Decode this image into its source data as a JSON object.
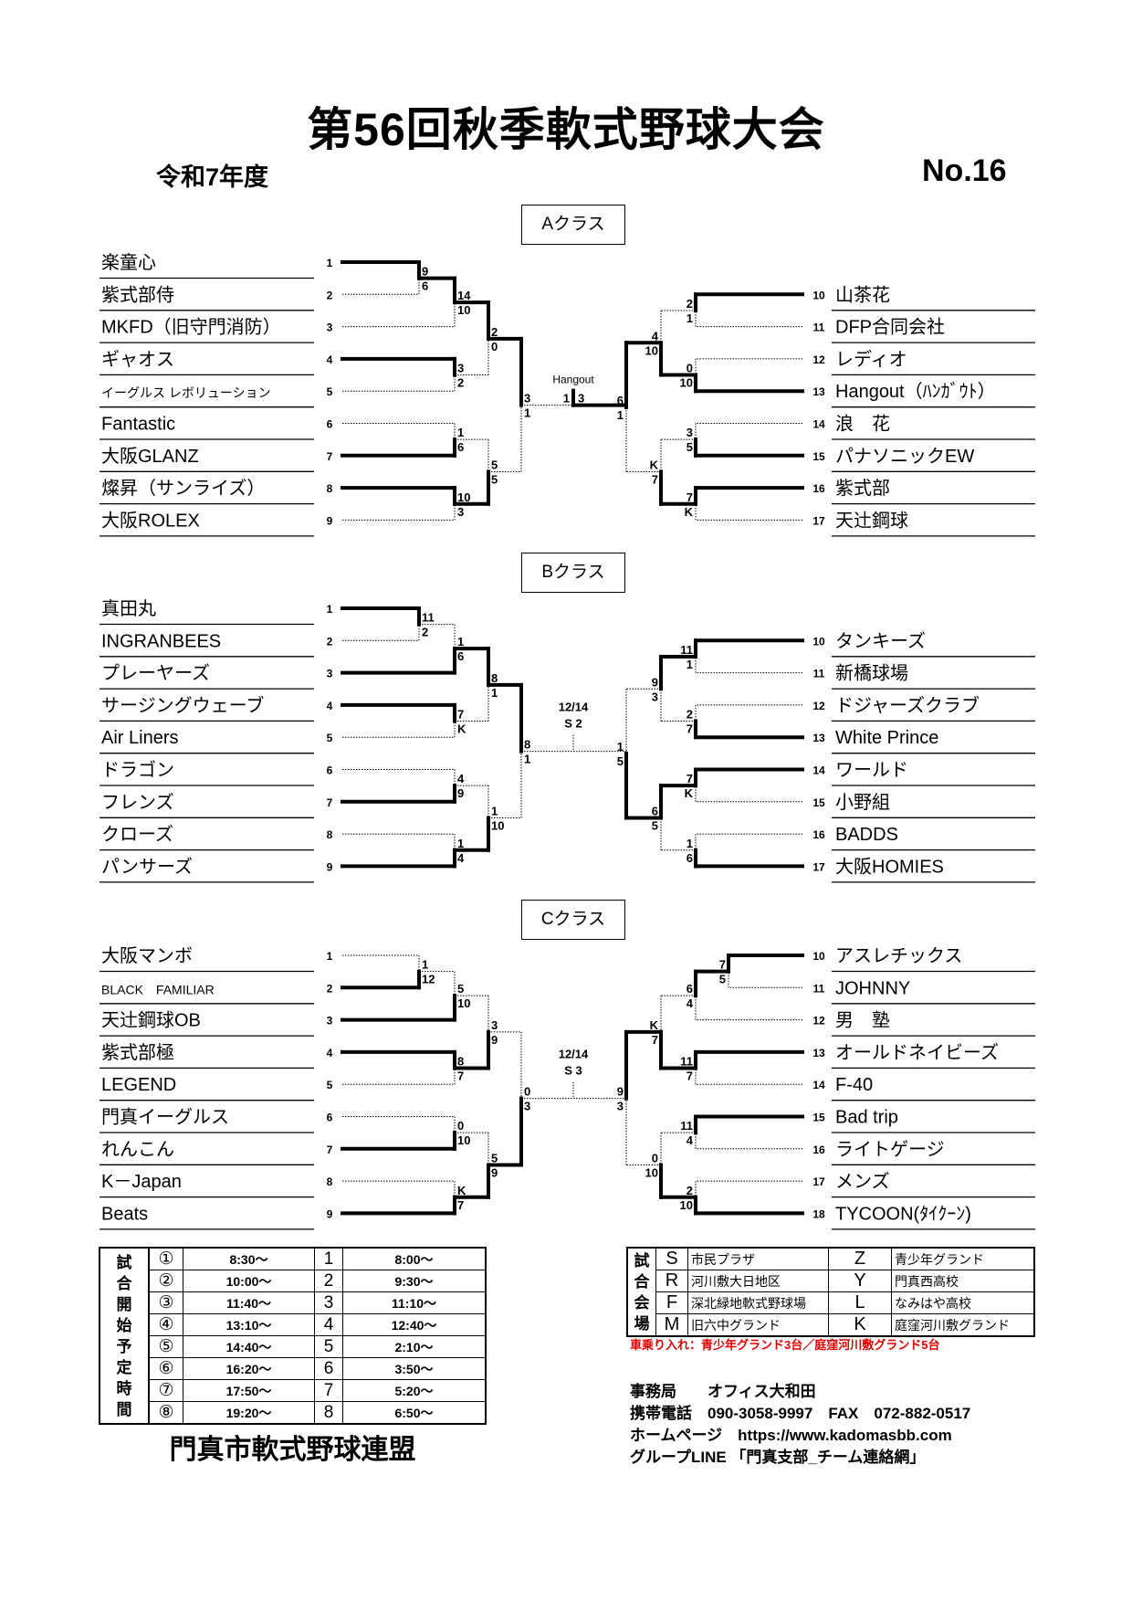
{
  "header": {
    "title": "第56回秋季軟式野球大会",
    "era": "令和7年度",
    "doc_no": "No.16"
  },
  "classes": [
    {
      "label": "Aクラス",
      "left_teams": [
        {
          "num": "1",
          "name": "楽童心"
        },
        {
          "num": "2",
          "name": "紫式部侍"
        },
        {
          "num": "3",
          "name": "MKFD（旧守門消防）"
        },
        {
          "num": "4",
          "name": "ギャオス"
        },
        {
          "num": "5",
          "name": "イーグルス レボリューション"
        },
        {
          "num": "6",
          "name": "Fantastic"
        },
        {
          "num": "7",
          "name": "大阪GLANZ"
        },
        {
          "num": "8",
          "name": "燦昇（サンライズ）"
        },
        {
          "num": "9",
          "name": "大阪ROLEX"
        }
      ],
      "right_teams": [
        {
          "num": "10",
          "name": "山茶花"
        },
        {
          "num": "11",
          "name": "DFP合同会社"
        },
        {
          "num": "12",
          "name": "レディオ"
        },
        {
          "num": "13",
          "name": "Hangout（ﾊﾝｶﾞｳﾄ）"
        },
        {
          "num": "14",
          "name": "浪　花"
        },
        {
          "num": "15",
          "name": "パナソニックEW"
        },
        {
          "num": "16",
          "name": "紫式部"
        },
        {
          "num": "17",
          "name": "天辻鋼球"
        }
      ],
      "left_tree": {
        "s": [
          "3",
          "1"
        ],
        "w": 0,
        "c": [
          {
            "s": [
              "2",
              "0"
            ],
            "w": 0,
            "c": [
              {
                "s": [
                  "14",
                  "10"
                ],
                "w": 0,
                "c": [
                  {
                    "s": [
                      "9",
                      "6"
                    ],
                    "w": 0,
                    "c": [
                      1,
                      2
                    ]
                  },
                  3
                ]
              },
              {
                "s": [
                  "3",
                  "2"
                ],
                "w": 0,
                "c": [
                  4,
                  5
                ]
              }
            ]
          },
          {
            "s": [
              "5",
              "5"
            ],
            "w": 1,
            "c": [
              {
                "s": [
                  "1",
                  "6"
                ],
                "w": 1,
                "c": [
                  6,
                  7
                ]
              },
              {
                "s": [
                  "10",
                  "3"
                ],
                "w": 0,
                "c": [
                  8,
                  9
                ]
              }
            ]
          }
        ]
      },
      "right_tree": {
        "s": [
          "6",
          "1"
        ],
        "w": 0,
        "c": [
          {
            "s": [
              "4",
              "10"
            ],
            "w": 1,
            "c": [
              {
                "s": [
                  "2",
                  "1"
                ],
                "w": 0,
                "c": [
                  10,
                  11
                ]
              },
              {
                "s": [
                  "0",
                  "10"
                ],
                "w": 1,
                "c": [
                  12,
                  13
                ]
              }
            ]
          },
          {
            "s": [
              "K",
              "7"
            ],
            "w": 1,
            "c": [
              {
                "s": [
                  "3",
                  "5"
                ],
                "w": 1,
                "c": [
                  14,
                  15
                ]
              },
              {
                "s": [
                  "7",
                  "K"
                ],
                "w": 0,
                "c": [
                  16,
                  17
                ]
              }
            ]
          }
        ]
      },
      "final": {
        "played": true,
        "label": "Hangout",
        "scores": [
          "1",
          "3"
        ],
        "winner": 1
      }
    },
    {
      "label": "Bクラス",
      "left_teams": [
        {
          "num": "1",
          "name": "真田丸"
        },
        {
          "num": "2",
          "name": "INGRANBEES"
        },
        {
          "num": "3",
          "name": "プレーヤーズ"
        },
        {
          "num": "4",
          "name": "サージングウェーブ"
        },
        {
          "num": "5",
          "name": "Air Liners"
        },
        {
          "num": "6",
          "name": "ドラゴン"
        },
        {
          "num": "7",
          "name": "フレンズ"
        },
        {
          "num": "8",
          "name": "クローズ"
        },
        {
          "num": "9",
          "name": "パンサーズ"
        }
      ],
      "right_teams": [
        {
          "num": "10",
          "name": "タンキーズ"
        },
        {
          "num": "11",
          "name": "新橋球場"
        },
        {
          "num": "12",
          "name": "ドジャーズクラブ"
        },
        {
          "num": "13",
          "name": "White Prince"
        },
        {
          "num": "14",
          "name": "ワールド"
        },
        {
          "num": "15",
          "name": "小野組"
        },
        {
          "num": "16",
          "name": "BADDS"
        },
        {
          "num": "17",
          "name": "大阪HOMIES"
        }
      ],
      "left_tree": {
        "s": [
          "8",
          "1"
        ],
        "w": 0,
        "c": [
          {
            "s": [
              "8",
              "1"
            ],
            "w": 0,
            "c": [
              {
                "s": [
                  "1",
                  "6"
                ],
                "w": 1,
                "c": [
                  {
                    "s": [
                      "11",
                      "2"
                    ],
                    "w": 0,
                    "c": [
                      1,
                      2
                    ]
                  },
                  3
                ]
              },
              {
                "s": [
                  "7",
                  "K"
                ],
                "w": 0,
                "c": [
                  4,
                  5
                ]
              }
            ]
          },
          {
            "s": [
              "1",
              "10"
            ],
            "w": 1,
            "c": [
              {
                "s": [
                  "4",
                  "9"
                ],
                "w": 1,
                "c": [
                  6,
                  7
                ]
              },
              {
                "s": [
                  "1",
                  "4"
                ],
                "w": 1,
                "c": [
                  8,
                  9
                ]
              }
            ]
          }
        ]
      },
      "right_tree": {
        "s": [
          "1",
          "5"
        ],
        "w": 1,
        "c": [
          {
            "s": [
              "9",
              "3"
            ],
            "w": 0,
            "c": [
              {
                "s": [
                  "11",
                  "1"
                ],
                "w": 0,
                "c": [
                  10,
                  11
                ]
              },
              {
                "s": [
                  "2",
                  "7"
                ],
                "w": 1,
                "c": [
                  12,
                  13
                ]
              }
            ]
          },
          {
            "s": [
              "6",
              "5"
            ],
            "w": 0,
            "c": [
              {
                "s": [
                  "7",
                  "K"
                ],
                "w": 0,
                "c": [
                  14,
                  15
                ]
              },
              {
                "s": [
                  "1",
                  "6"
                ],
                "w": 1,
                "c": [
                  16,
                  17
                ]
              }
            ]
          }
        ]
      },
      "final": {
        "played": false,
        "date": "12/14",
        "venue": "S 2"
      }
    },
    {
      "label": "Cクラス",
      "left_teams": [
        {
          "num": "1",
          "name": "大阪マンボ"
        },
        {
          "num": "2",
          "name": "BLACK　FAMILIAR"
        },
        {
          "num": "3",
          "name": "天辻鋼球OB"
        },
        {
          "num": "4",
          "name": "紫式部極"
        },
        {
          "num": "5",
          "name": "LEGEND"
        },
        {
          "num": "6",
          "name": "門真イーグルス"
        },
        {
          "num": "7",
          "name": "れんこん"
        },
        {
          "num": "8",
          "name": "K－Japan"
        },
        {
          "num": "9",
          "name": "Beats"
        }
      ],
      "right_teams": [
        {
          "num": "10",
          "name": "アスレチックス"
        },
        {
          "num": "11",
          "name": "JOHNNY"
        },
        {
          "num": "12",
          "name": "男　塾"
        },
        {
          "num": "13",
          "name": "オールドネイビーズ"
        },
        {
          "num": "14",
          "name": "F-40"
        },
        {
          "num": "15",
          "name": "Bad trip"
        },
        {
          "num": "16",
          "name": "ライトゲージ"
        },
        {
          "num": "17",
          "name": "メンズ"
        },
        {
          "num": "18",
          "name": "TYCOON(ﾀｲｸｰﾝ)"
        }
      ],
      "left_tree": {
        "s": [
          "0",
          "3"
        ],
        "w": 1,
        "c": [
          {
            "s": [
              "3",
              "9"
            ],
            "w": 1,
            "c": [
              {
                "s": [
                  "5",
                  "10"
                ],
                "w": 1,
                "c": [
                  {
                    "s": [
                      "1",
                      "12"
                    ],
                    "w": 1,
                    "c": [
                      1,
                      2
                    ]
                  },
                  3
                ]
              },
              {
                "s": [
                  "8",
                  "7"
                ],
                "w": 0,
                "c": [
                  4,
                  5
                ]
              }
            ]
          },
          {
            "s": [
              "5",
              "9"
            ],
            "w": 1,
            "c": [
              {
                "s": [
                  "0",
                  "10"
                ],
                "w": 1,
                "c": [
                  6,
                  7
                ]
              },
              {
                "s": [
                  "K",
                  "7"
                ],
                "w": 1,
                "c": [
                  8,
                  9
                ]
              }
            ]
          }
        ]
      },
      "right_tree": {
        "s": [
          "9",
          "3"
        ],
        "w": 0,
        "c": [
          {
            "s": [
              "K",
              "7"
            ],
            "w": 1,
            "c": [
              {
                "s": [
                  "6",
                  "4"
                ],
                "w": 0,
                "c": [
                  {
                    "s": [
                      "7",
                      "5"
                    ],
                    "w": 0,
                    "c": [
                      10,
                      11
                    ]
                  },
                  12
                ]
              },
              {
                "s": [
                  "11",
                  "7"
                ],
                "w": 0,
                "c": [
                  13,
                  14
                ]
              }
            ]
          },
          {
            "s": [
              "0",
              "10"
            ],
            "w": 1,
            "c": [
              {
                "s": [
                  "11",
                  "4"
                ],
                "w": 0,
                "c": [
                  15,
                  16
                ]
              },
              {
                "s": [
                  "2",
                  "10"
                ],
                "w": 1,
                "c": [
                  17,
                  18
                ]
              }
            ]
          }
        ]
      },
      "final": {
        "played": false,
        "date": "12/14",
        "venue": "S 3"
      }
    }
  ],
  "schedule": {
    "label": "試合開始予定時間",
    "rows": [
      {
        "mark": "①",
        "time": "8:30～",
        "num": "1",
        "time2": "8:00～"
      },
      {
        "mark": "②",
        "time": "10:00～",
        "num": "2",
        "time2": "9:30～"
      },
      {
        "mark": "③",
        "time": "11:40～",
        "num": "3",
        "time2": "11:10～"
      },
      {
        "mark": "④",
        "time": "13:10～",
        "num": "4",
        "time2": "12:40～"
      },
      {
        "mark": "⑤",
        "time": "14:40～",
        "num": "5",
        "time2": "2:10～"
      },
      {
        "mark": "⑥",
        "time": "16:20～",
        "num": "6",
        "time2": "3:50～"
      },
      {
        "mark": "⑦",
        "time": "17:50～",
        "num": "7",
        "time2": "5:20～"
      },
      {
        "mark": "⑧",
        "time": "19:20～",
        "num": "8",
        "time2": "6:50～"
      }
    ]
  },
  "organizer": "門真市軟式野球連盟",
  "venues": {
    "label": "試合会場",
    "rows": [
      {
        "code": "S",
        "name": "市民プラザ",
        "code2": "Z",
        "name2": "青少年グランド"
      },
      {
        "code": "R",
        "name": "河川敷大日地区",
        "code2": "Y",
        "name2": "門真西高校"
      },
      {
        "code": "F",
        "name": "深北緑地軟式野球場",
        "code2": "L",
        "name2": "なみはや高校"
      },
      {
        "code": "M",
        "name": "旧六中グランド",
        "code2": "K",
        "name2": "庭窪河川敷グランド"
      }
    ]
  },
  "parking_note": "車乗り入れ：青少年グランド3台／庭窪河川敷グランド5台",
  "parking_note_color": "#e00000",
  "office": {
    "secretariat": "事務局　　オフィス大和田",
    "phone": "携帯電話　090-3058-9997　FAX　072-882-0517",
    "homepage": "ホームページ　https://www.kadomasbb.com",
    "line_group": "グループLINE 「門真支部_チーム連絡網」"
  }
}
